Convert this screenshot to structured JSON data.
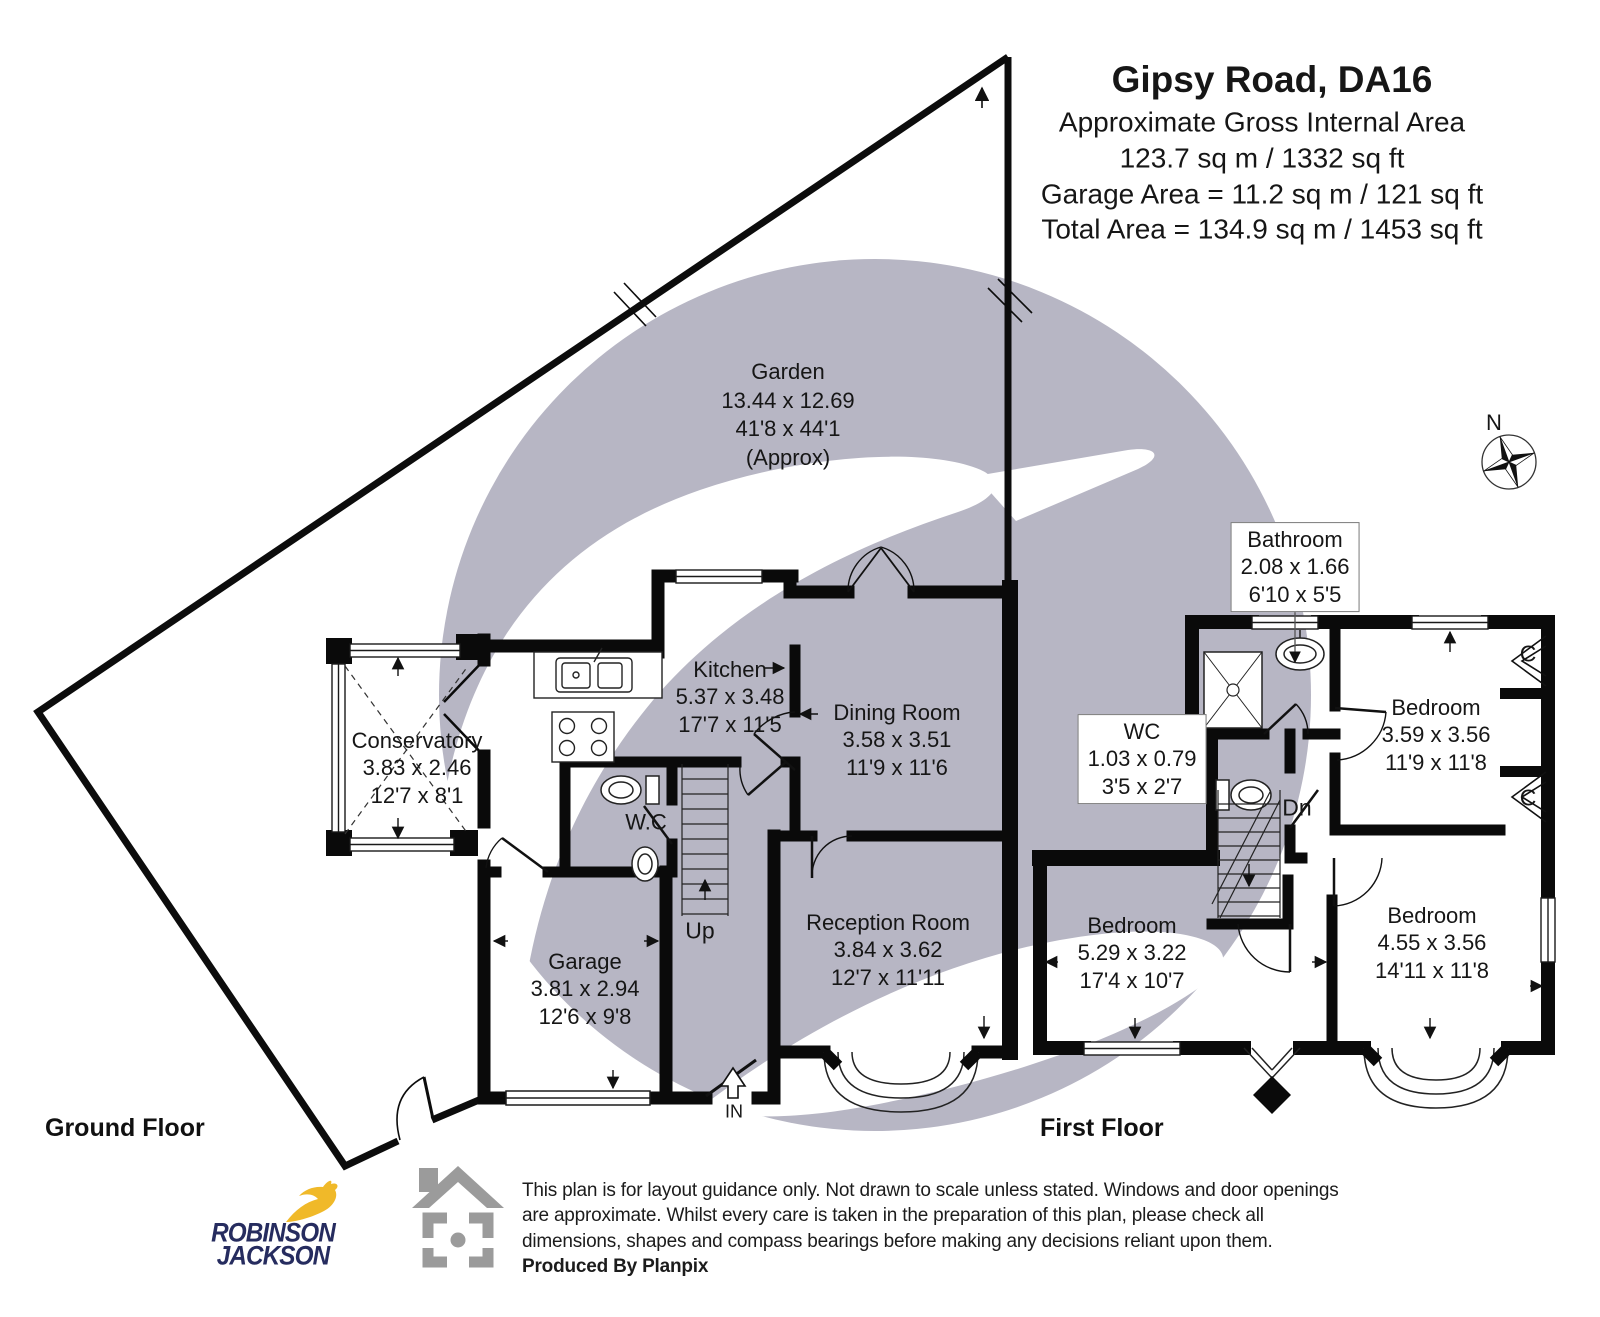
{
  "header": {
    "title": "Gipsy Road, DA16",
    "subtitle": "Approximate Gross Internal Area",
    "area_line": "123.7 sq m / 1332 sq ft",
    "garage_line": "Garage Area = 11.2 sq m / 121 sq ft",
    "total_line": "Total Area = 134.9 sq m / 1453 sq ft"
  },
  "compass": {
    "north_label": "N"
  },
  "garden": {
    "name": "Garden",
    "metric": "13.44 x 12.69",
    "imperial": "41'8 x 44'1",
    "note": "(Approx)"
  },
  "ground_floor": {
    "label": "Ground Floor",
    "stairs_label": "Up",
    "entrance_label": "IN",
    "rooms": {
      "conservatory": {
        "name": "Conservatory",
        "metric": "3.83 x 2.46",
        "imperial": "12'7 x 8'1"
      },
      "kitchen": {
        "name": "Kitchen",
        "metric": "5.37 x 3.48",
        "imperial": "17'7 x 11'5"
      },
      "dining_room": {
        "name": "Dining Room",
        "metric": "3.58 x 3.51",
        "imperial": "11'9 x 11'6"
      },
      "wc": {
        "name": "W.C"
      },
      "garage": {
        "name": "Garage",
        "metric": "3.81 x 2.94",
        "imperial": "12'6 x 9'8"
      },
      "reception_room": {
        "name": "Reception Room",
        "metric": "3.84 x 3.62",
        "imperial": "12'7 x 11'11"
      }
    }
  },
  "first_floor": {
    "label": "First Floor",
    "stairs_label": "Dn",
    "closet_label": "C",
    "rooms": {
      "bathroom": {
        "name": "Bathroom",
        "metric": "2.08 x 1.66",
        "imperial": "6'10 x 5'5"
      },
      "wc": {
        "name": "WC",
        "metric": "1.03 x 0.79",
        "imperial": "3'5 x 2'7"
      },
      "bedroom_front": {
        "name": "Bedroom",
        "metric": "3.59 x 3.56",
        "imperial": "11'9 x 11'8"
      },
      "bedroom_rear": {
        "name": "Bedroom",
        "metric": "5.29 x 3.22",
        "imperial": "17'4 x 10'7"
      },
      "bedroom_main": {
        "name": "Bedroom",
        "metric": "4.55 x 3.56",
        "imperial": "14'11 x 11'8"
      }
    }
  },
  "footer": {
    "disclaimer_line1": "This plan is for layout guidance only. Not drawn to scale unless stated. Windows and door openings",
    "disclaimer_line2": "are approximate. Whilst every care is taken in the preparation of this plan, please check all",
    "disclaimer_line3": "dimensions, shapes and compass bearings before making any decisions reliant upon them.",
    "produced_by": "Produced By Planpix",
    "brand_line1": "ROBINSON",
    "brand_line2": "JACKSON"
  },
  "colors": {
    "wall": "#0a0a0a",
    "watermark": "#b7b6c4",
    "brand_navy": "#262c5f",
    "brand_yellow": "#f0b929",
    "icon_gray": "#9b9b9b"
  }
}
